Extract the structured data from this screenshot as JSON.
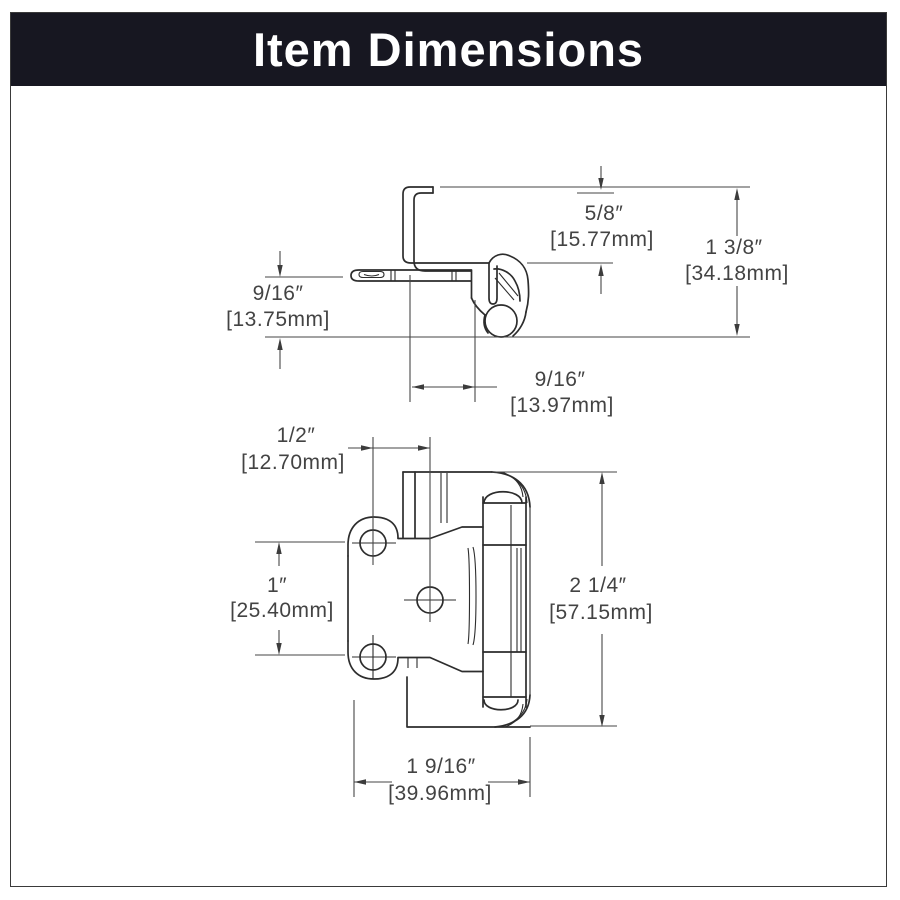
{
  "header": {
    "title": "Item Dimensions"
  },
  "colors": {
    "banner_bg": "#171721",
    "title_color": "#ffffff",
    "drawing_line": "#2d2d2d",
    "dimension_line": "#464646"
  },
  "views": {
    "side_view": {
      "label": "hinge-side-profile",
      "dims": [
        {
          "id": "overlay-depth",
          "in": "5/8″",
          "mm": "[15.77mm]"
        },
        {
          "id": "flange-height",
          "in": "9/16″",
          "mm": "[13.75mm]"
        },
        {
          "id": "overall-depth",
          "in": "1 3/8″",
          "mm": "[34.18mm]"
        },
        {
          "id": "offset-width",
          "in": "9/16″",
          "mm": "[13.97mm]"
        }
      ]
    },
    "front_view": {
      "label": "hinge-front-view",
      "dims": [
        {
          "id": "hole-offset",
          "in": "1/2″",
          "mm": "[12.70mm]"
        },
        {
          "id": "hole-spacing",
          "in": "1″",
          "mm": "[25.40mm]"
        },
        {
          "id": "overall-height",
          "in": "2 1/4″",
          "mm": "[57.15mm]"
        },
        {
          "id": "overall-width",
          "in": "1 9/16″",
          "mm": "[39.96mm]"
        }
      ]
    }
  }
}
